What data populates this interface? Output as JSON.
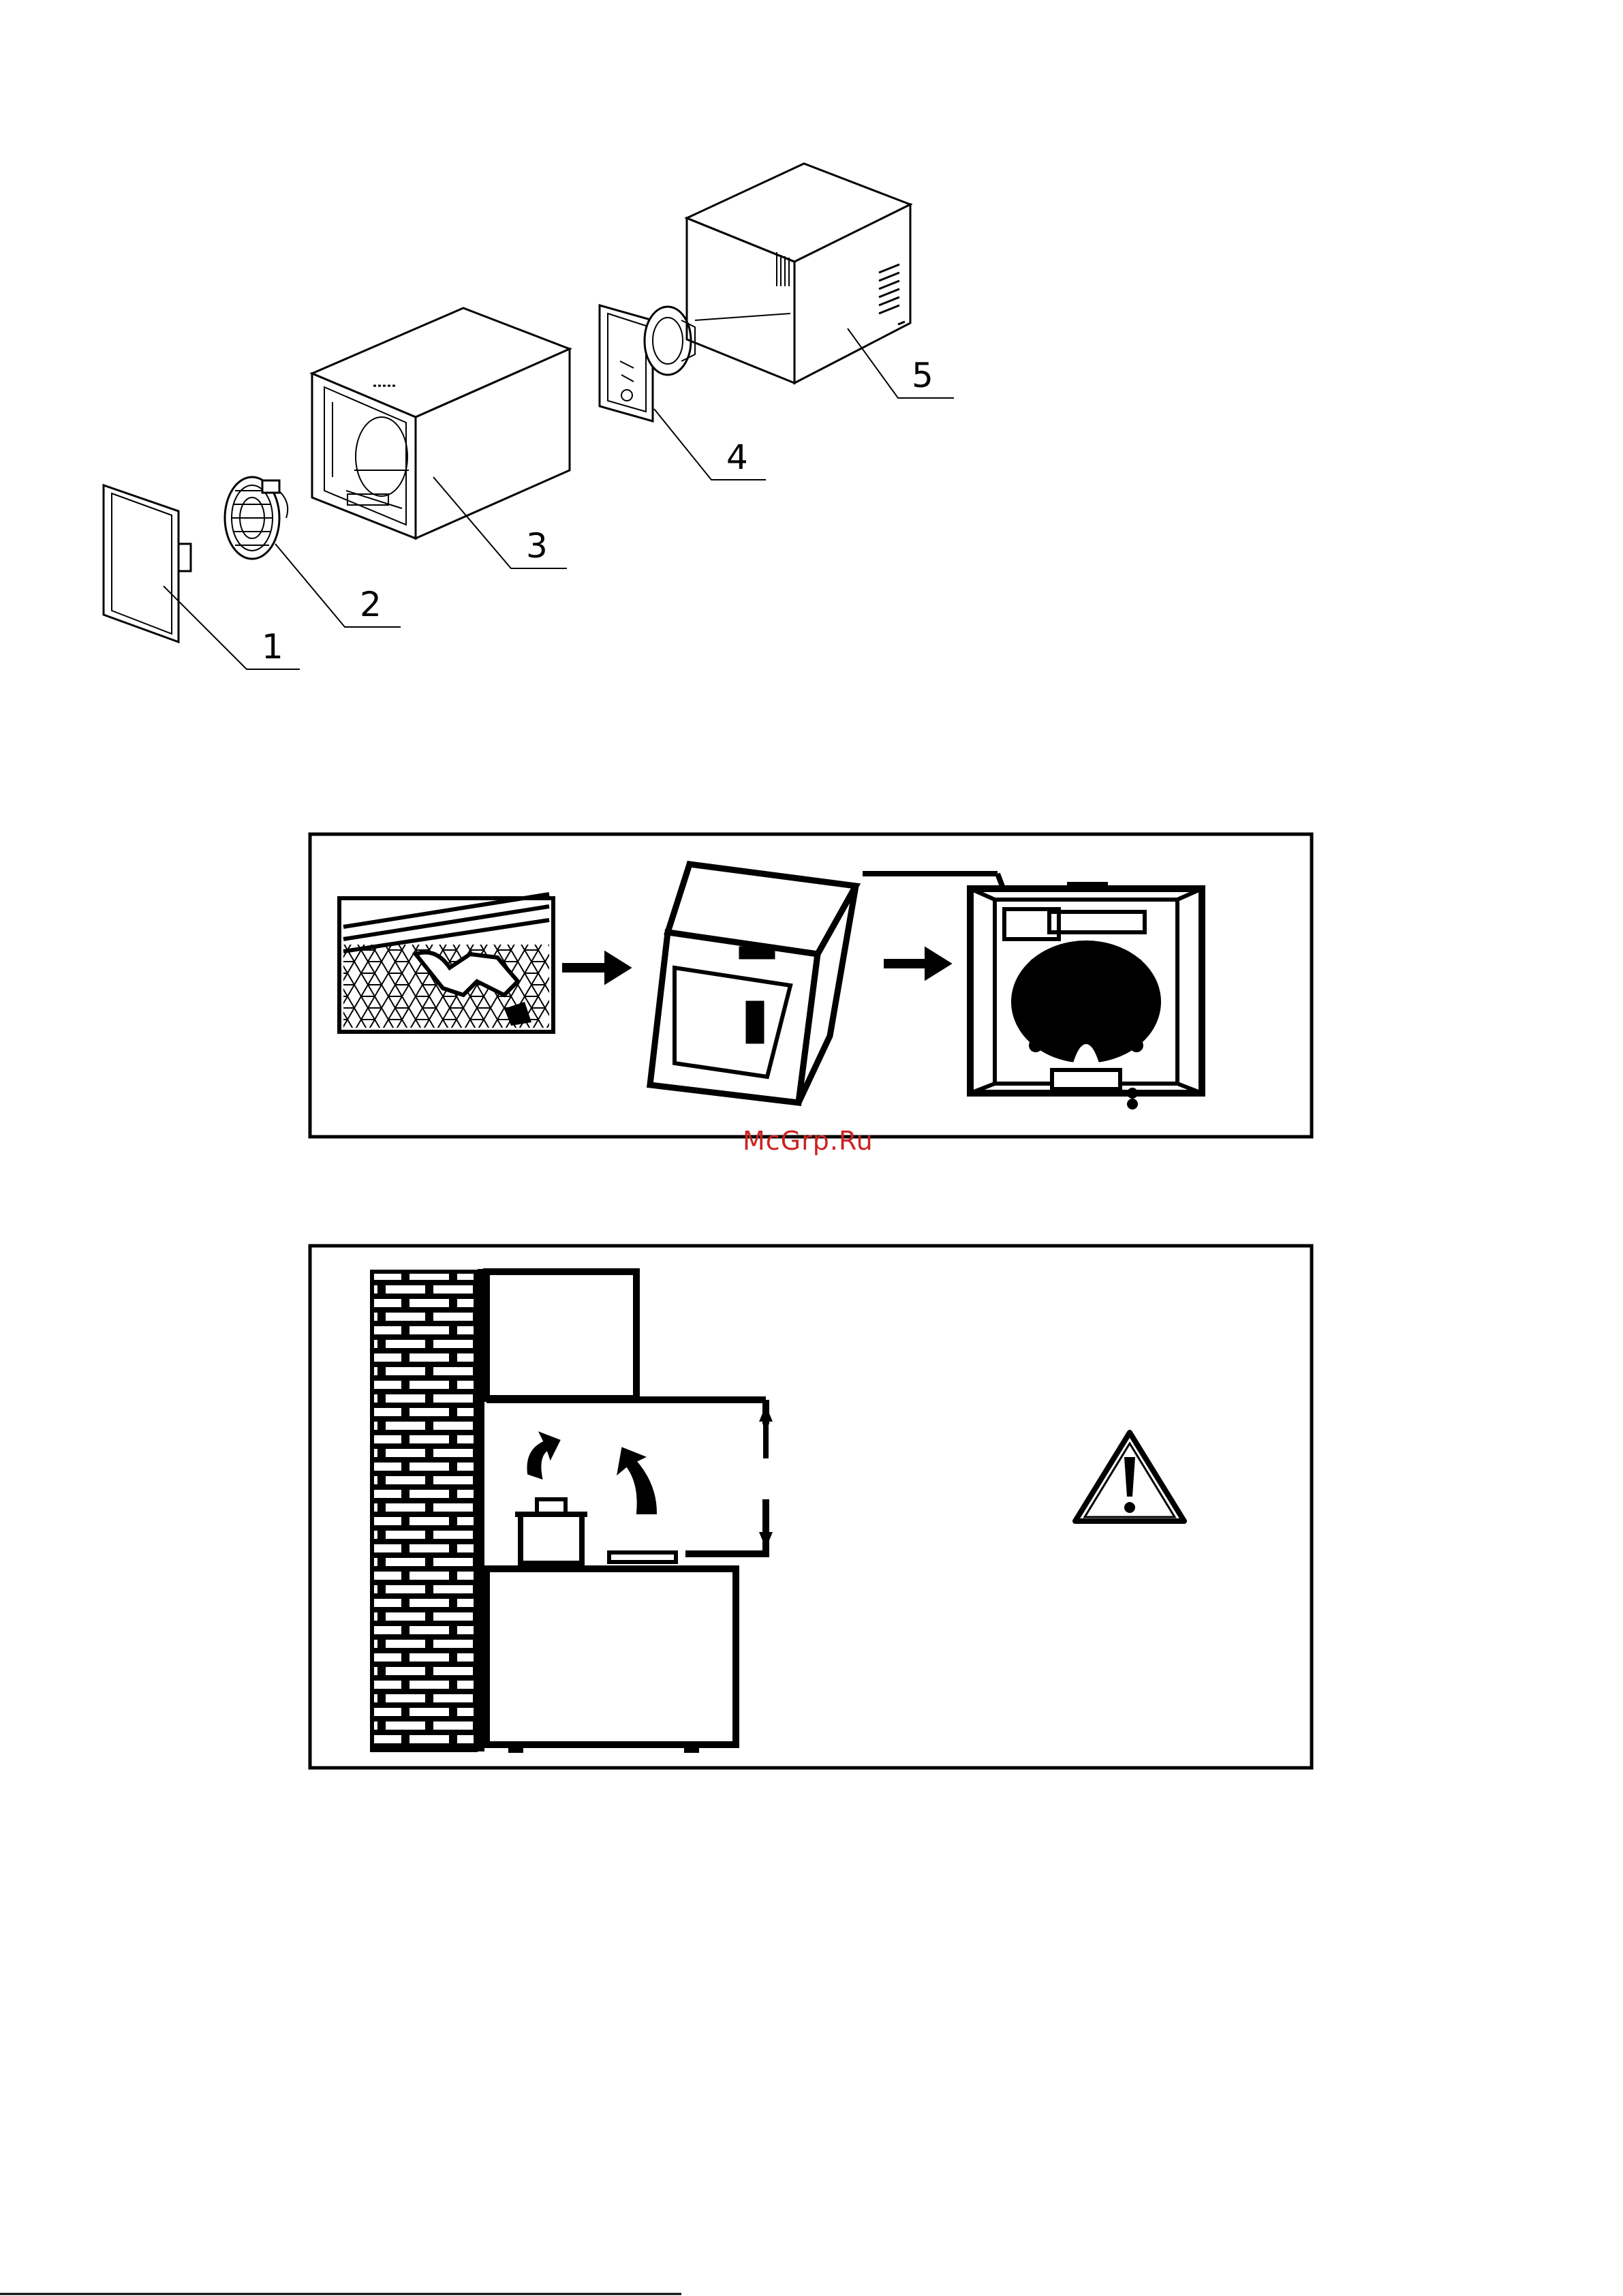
{
  "callouts": [
    {
      "label": "1"
    },
    {
      "label": "2"
    },
    {
      "label": "3"
    },
    {
      "label": "4"
    },
    {
      "label": "5"
    }
  ],
  "watermark": "McGrp.Ru",
  "colors": {
    "ink": "#000000",
    "watermark": "#cc2222"
  },
  "icons": [
    "filter-panel-icon",
    "fan-motor-icon",
    "hood-body-icon",
    "motor-plate-icon",
    "chimney-cover-icon",
    "warning-triangle-icon",
    "brick-wall-icon"
  ]
}
